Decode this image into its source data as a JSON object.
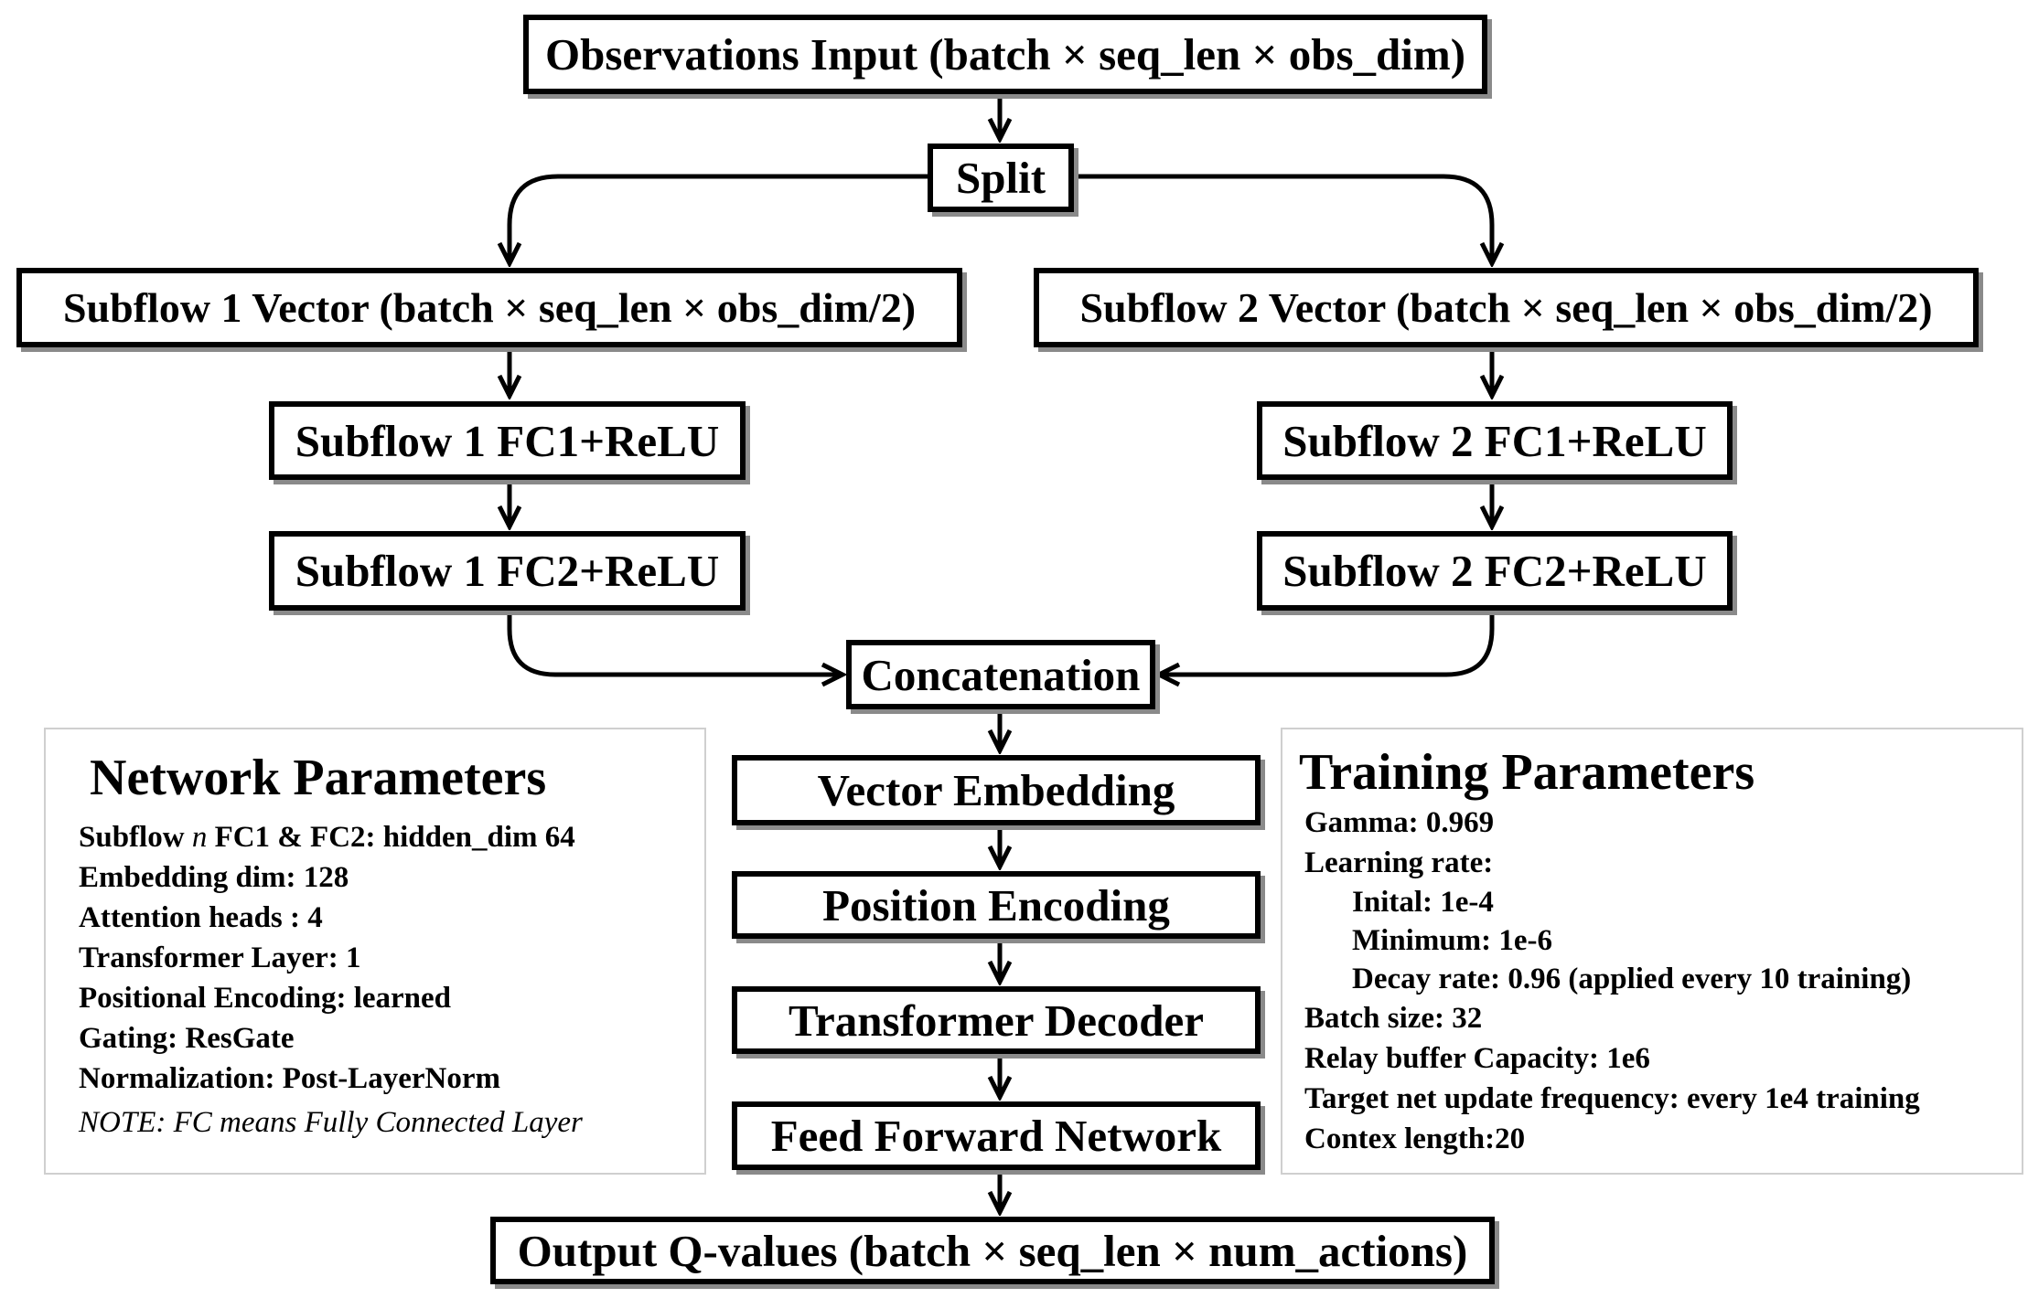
{
  "nodes": {
    "input": "Observations Input (batch × seq_len × obs_dim)",
    "split": "Split",
    "subflow1_vector": "Subflow 1 Vector (batch × seq_len × obs_dim/2)",
    "subflow2_vector": "Subflow 2 Vector (batch × seq_len × obs_dim/2)",
    "subflow1_fc1": "Subflow 1 FC1+ReLU",
    "subflow1_fc2": "Subflow 1 FC2+ReLU",
    "subflow2_fc1": "Subflow 2 FC1+ReLU",
    "subflow2_fc2": "Subflow 2 FC2+ReLU",
    "concatenation": "Concatenation",
    "vector_embedding": "Vector Embedding",
    "position_encoding": "Position Encoding",
    "transformer_decoder": "Transformer Decoder",
    "feed_forward": "Feed Forward Network",
    "output": "Output Q-values (batch × seq_len × num_actions)"
  },
  "network_parameters": {
    "title": "Network Parameters",
    "line1_prefix": "Subflow ",
    "line1_var": "n",
    "line1_suffix": " FC1 & FC2: hidden_dim 64",
    "lines": [
      "Embedding dim: 128",
      "Attention heads : 4",
      "Transformer Layer: 1",
      "Positional Encoding: learned",
      "Gating: ResGate",
      "Normalization: Post-LayerNorm"
    ],
    "note": "NOTE: FC means Fully Connected Layer"
  },
  "training_parameters": {
    "title": "Training Parameters",
    "gamma": "Gamma: 0.969",
    "lr_label": "Learning rate:",
    "lr_initial": "Inital: 1e-4",
    "lr_minimum": "Minimum: 1e-6",
    "lr_decay": "Decay rate: 0.96 (applied every 10 training)",
    "batch_size": "Batch size: 32",
    "buffer": "Relay buffer Capacity: 1e6",
    "target_update": "Target net update frequency: every 1e4 training",
    "context": "Contex length:20"
  }
}
